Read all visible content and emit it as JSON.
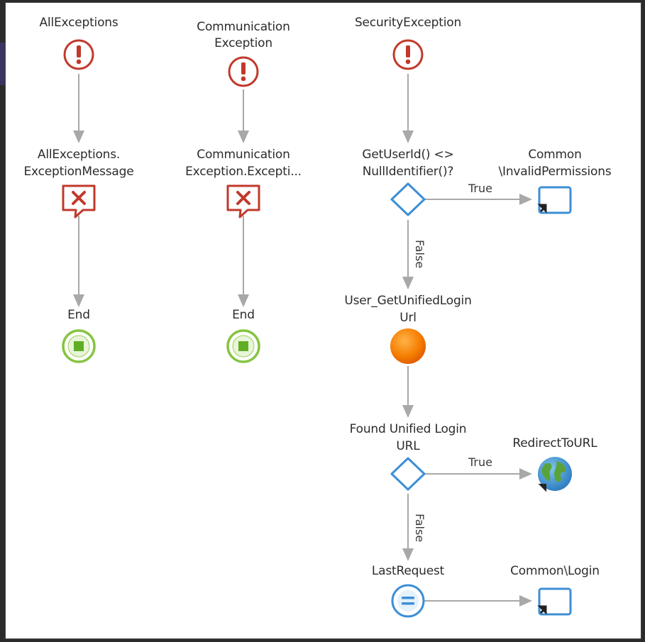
{
  "flows": [
    {
      "start": {
        "label": "AllExceptions",
        "icon": "exception-icon"
      },
      "handler": {
        "label_line1": "AllExceptions.",
        "label_line2": "ExceptionMessage",
        "icon": "raise-message-icon"
      },
      "end": {
        "label": "End",
        "icon": "end-node-icon"
      }
    },
    {
      "start": {
        "label_line1": "Communication",
        "label_line2": "Exception",
        "icon": "exception-icon"
      },
      "handler": {
        "label_line1": "Communication",
        "label_line2": "Exception.Excepti...",
        "icon": "raise-message-icon"
      },
      "end": {
        "label": "End",
        "icon": "end-node-icon"
      }
    },
    {
      "start": {
        "label": "SecurityException",
        "icon": "exception-icon"
      },
      "if1": {
        "label_line1": "GetUserId() <>",
        "label_line2": "NullIdentifier()?",
        "icon": "if-diamond-icon"
      },
      "destination1": {
        "label_line1": "Common",
        "label_line2": "\\InvalidPermissions",
        "icon": "screen-destination-icon"
      },
      "action": {
        "label_line1": "User_GetUnifiedLogin",
        "label_line2": "Url",
        "icon": "server-action-icon"
      },
      "if2": {
        "label_line1": "Found Unified Login",
        "label_line2": "URL",
        "icon": "if-diamond-icon"
      },
      "external": {
        "label": "RedirectToURL",
        "icon": "globe-icon"
      },
      "assign": {
        "label": "LastRequest",
        "icon": "assign-icon"
      },
      "destination2": {
        "label": "Common\\Login",
        "icon": "screen-destination-icon"
      }
    }
  ],
  "edge_labels": {
    "true": "True",
    "false": "False"
  },
  "colors": {
    "exception_red": "#c0392b",
    "diamond_blue": "#3d8fd6",
    "end_green": "#7ac142",
    "orange": "#f57c00",
    "connector": "#a8a8a8"
  }
}
